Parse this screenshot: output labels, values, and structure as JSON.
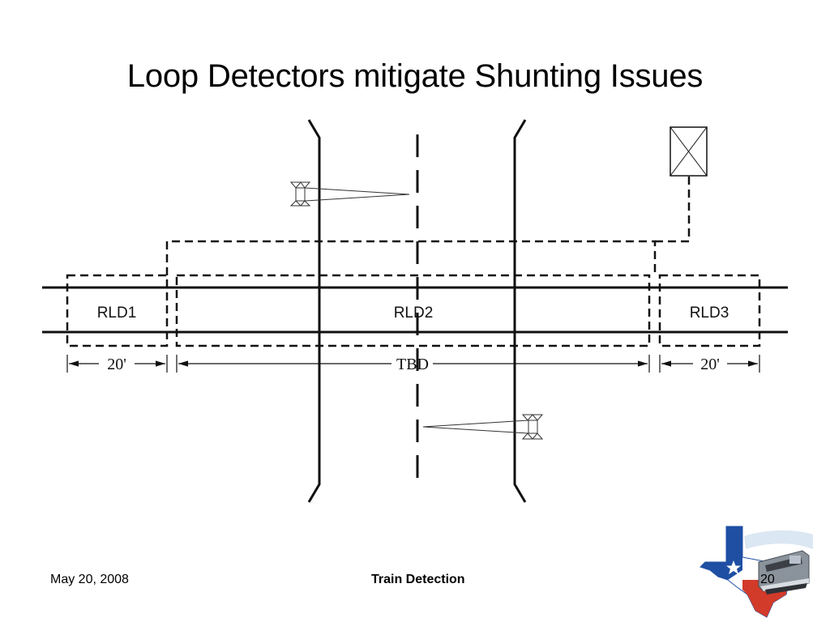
{
  "slide": {
    "title": "Loop Detectors mitigate Shunting Issues"
  },
  "diagram": {
    "loops": [
      "RLD1",
      "RLD2",
      "RLD3"
    ],
    "dimensions": [
      "20'",
      "TBD",
      "20'"
    ]
  },
  "footer": {
    "date": "May 20, 2008",
    "center": "Train Detection",
    "page": "20"
  },
  "colors": {
    "line": "#111111",
    "texas_blue": "#1f4fa3",
    "texas_red": "#d23a2a"
  }
}
